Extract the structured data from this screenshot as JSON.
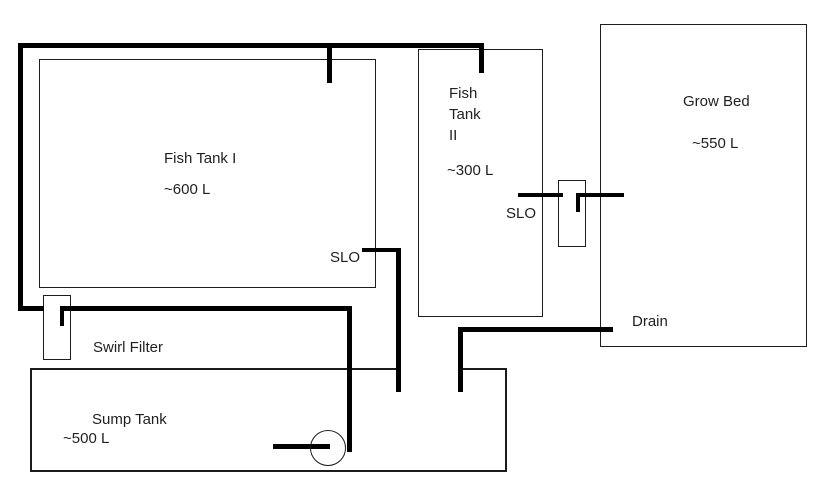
{
  "colors": {
    "line": "#000000",
    "thin_line": "#1c1c1c",
    "text": "#1f1f1f",
    "background": "#ffffff"
  },
  "tanks": {
    "fish_tank_1": {
      "name": "Fish Tank I",
      "volume": "~600 L"
    },
    "fish_tank_2": {
      "name_lines": [
        "Fish",
        "Tank",
        "II"
      ],
      "volume": "~300 L"
    },
    "grow_bed": {
      "name": "Grow Bed",
      "volume": "~550 L"
    },
    "sump_tank": {
      "name": "Sump Tank",
      "volume": "~500 L"
    }
  },
  "labels": {
    "slo_fish_tank_1": "SLO",
    "slo_fish_tank_2": "SLO",
    "drain": "Drain",
    "swirl_filter": "Swirl Filter"
  }
}
